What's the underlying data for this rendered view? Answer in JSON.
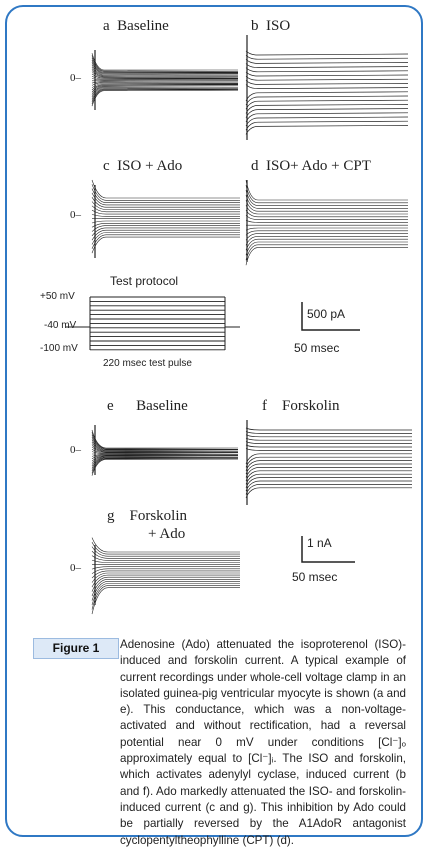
{
  "panels": {
    "a": {
      "letter": "a",
      "title": "Baseline"
    },
    "b": {
      "letter": "b",
      "title": "ISO"
    },
    "c": {
      "letter": "c",
      "title": "ISO + Ado"
    },
    "d": {
      "letter": "d",
      "title": "ISO+ Ado + CPT"
    },
    "e": {
      "letter": "e",
      "title": "Baseline"
    },
    "f": {
      "letter": "f",
      "title": "Forskolin"
    },
    "g": {
      "letter": "g",
      "title_line1": "Forskolin",
      "title_line2": "+ Ado"
    }
  },
  "zero_label": "0–",
  "protocol": {
    "title": "Test protocol",
    "v_top": "+50 mV",
    "v_hold": "-40 mV",
    "v_bottom": "-100 mV",
    "pulse": "220 msec test pulse"
  },
  "scale_top": {
    "current": "500 pA",
    "time": "50 msec"
  },
  "scale_bottom": {
    "current": "1 nA",
    "time": "50 msec"
  },
  "caption": {
    "tag": "Figure 1",
    "text": "Adenosine (Ado) attenuated the isoproterenol (ISO)-induced and forskolin current. A typical example of current recordings under whole-cell voltage clamp in an isolated guinea-pig ventricular myocyte is shown (a and e). This conductance, which was a non-voltage-activated and without rectification, had a reversal potential near 0 mV under conditions [Cl⁻]ₒ approximately equal to [Cl⁻]ᵢ. The ISO and forskolin, which activates adenylyl cyclase, induced current (b and f). Ado markedly attenuated the ISO- and forskolin-induced current (c and g). This inhibition by Ado could be partially reversed by the A1AdoR antagonist cyclopentyltheophylline (CPT) (d)."
  },
  "colors": {
    "border": "#2f78c4",
    "tag_bg": "#dde9f7",
    "trace": "#222222"
  }
}
